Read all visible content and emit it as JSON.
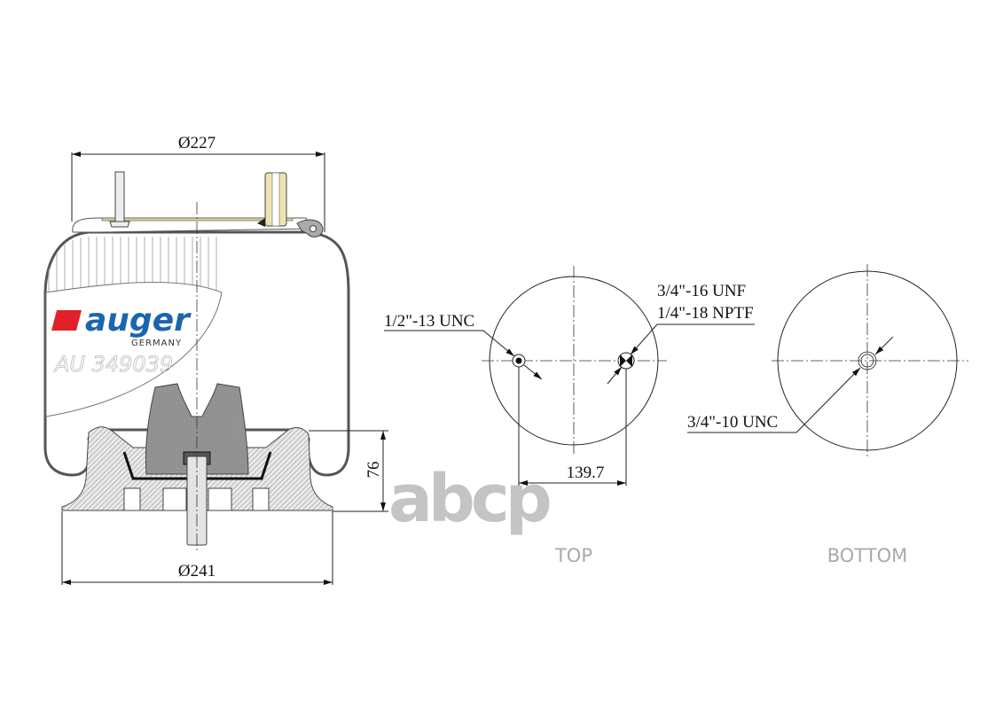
{
  "side_view": {
    "top_diameter": "Ø227",
    "bottom_diameter": "Ø241",
    "height_dim": "76",
    "logo": {
      "brand": "auger",
      "subtitle": "GERMANY",
      "brand_color": "#1a66ad",
      "mark_color": "#e2202a"
    },
    "part_number": "AU 349039"
  },
  "top_view": {
    "label": "TOP",
    "thread_left": "1/2\"-13 UNC",
    "thread_right_line1": "3/4\"-16 UNF",
    "thread_right_line2": "1/4\"-18 NPTF",
    "hole_spacing": "139.7"
  },
  "bottom_view": {
    "label": "BOTTOM",
    "thread_center": "3/4\"-10 UNC"
  },
  "watermark": "abcp"
}
